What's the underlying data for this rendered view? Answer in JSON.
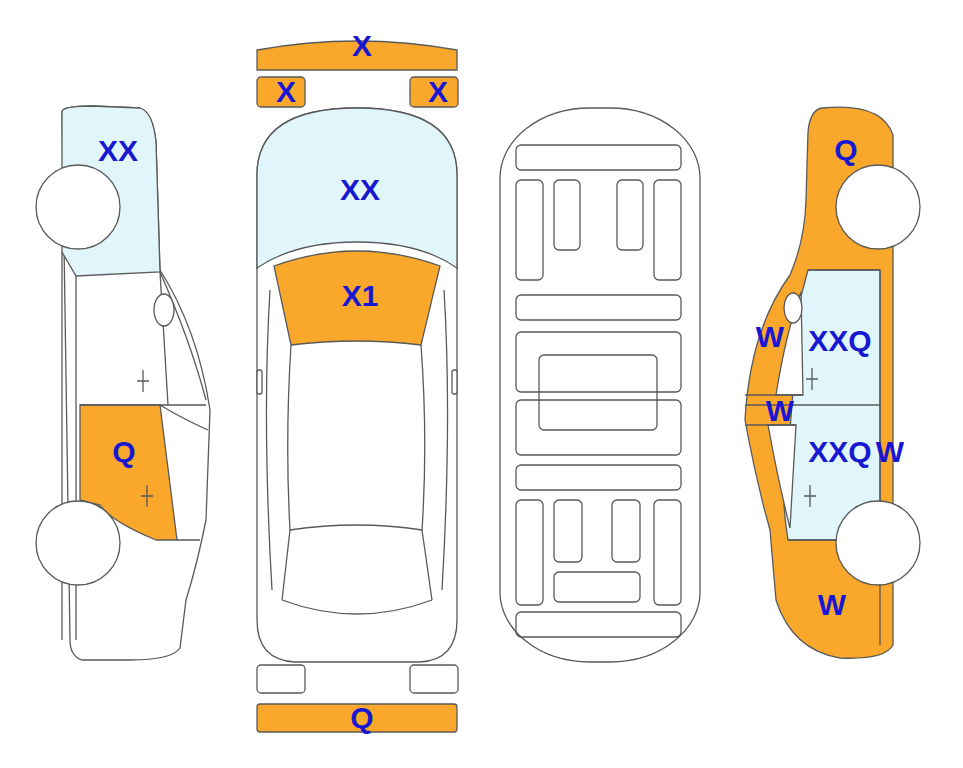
{
  "diagram": {
    "labels": [
      "X",
      "X",
      "X",
      "XX",
      "XX",
      "Q",
      "X1",
      "W",
      "XXQ",
      "W",
      "XXQ",
      "W",
      "Q",
      "W",
      "Q"
    ]
  }
}
